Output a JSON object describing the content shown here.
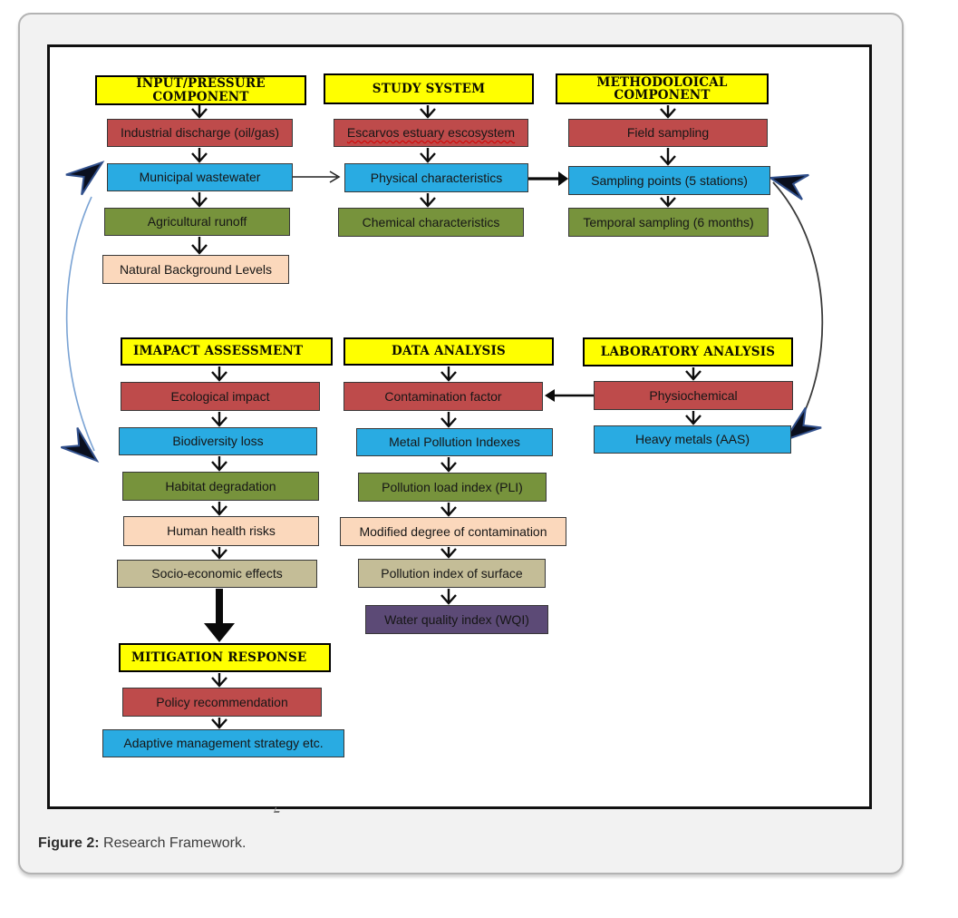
{
  "figure": {
    "caption_label": "Figure 2:",
    "caption_text": " Research Framework."
  },
  "palette": {
    "header_yellow": "#FFFF00",
    "red": "#BE4B4B",
    "blue": "#29ABE2",
    "olive_green": "#77933C",
    "peach": "#FBD8BC",
    "tan": "#C4BD97",
    "purple": "#5C4A76"
  },
  "nodes": {
    "input_header": {
      "label": "INPUT/PRESSURE COMPONENT"
    },
    "industrial": {
      "label": "Industrial discharge (oil/gas)"
    },
    "municipal": {
      "label": "Municipal wastewater"
    },
    "agricultural": {
      "label": "Agricultural runoff"
    },
    "natural": {
      "label": "Natural Background Levels"
    },
    "study_header": {
      "label": "STUDY SYSTEM"
    },
    "escarvos": {
      "label": "Escarvos estuary escosystem"
    },
    "physical": {
      "label": "Physical characteristics"
    },
    "chemical": {
      "label": "Chemical characteristics"
    },
    "method_header": {
      "label": "METHODOLOICAL COMPONENT"
    },
    "field": {
      "label": "Field sampling"
    },
    "sampling": {
      "label": "Sampling points (5 stations)"
    },
    "temporal": {
      "label": "Temporal sampling (6 months)"
    },
    "impact_header": {
      "label": "IMAPACT ASSESSMENT"
    },
    "ecological": {
      "label": "Ecological impact"
    },
    "biodiversity": {
      "label": "Biodiversity loss"
    },
    "habitat": {
      "label": "Habitat degradation"
    },
    "human": {
      "label": "Human health risks"
    },
    "socio": {
      "label": "Socio-economic effects"
    },
    "mitigation_header": {
      "label": "MITIGATION RESPONSE"
    },
    "policy": {
      "label": "Policy recommendation"
    },
    "adaptive": {
      "label": "Adaptive management strategy etc."
    },
    "data_header": {
      "label": "DATA ANALYSIS"
    },
    "contamination": {
      "label": "Contamination factor"
    },
    "metal": {
      "label": "Metal Pollution Indexes"
    },
    "pli": {
      "label": "Pollution load index (PLI)"
    },
    "modified": {
      "label": "Modified degree of contamination"
    },
    "pis": {
      "label": "Pollution index of surface"
    },
    "wqi": {
      "label": "Water quality index (WQI)"
    },
    "lab_header": {
      "label": "LABORATORY ANALYSIS"
    },
    "physio": {
      "label": "Physiochemical"
    },
    "heavy": {
      "label": "Heavy metals (AAS)"
    }
  }
}
